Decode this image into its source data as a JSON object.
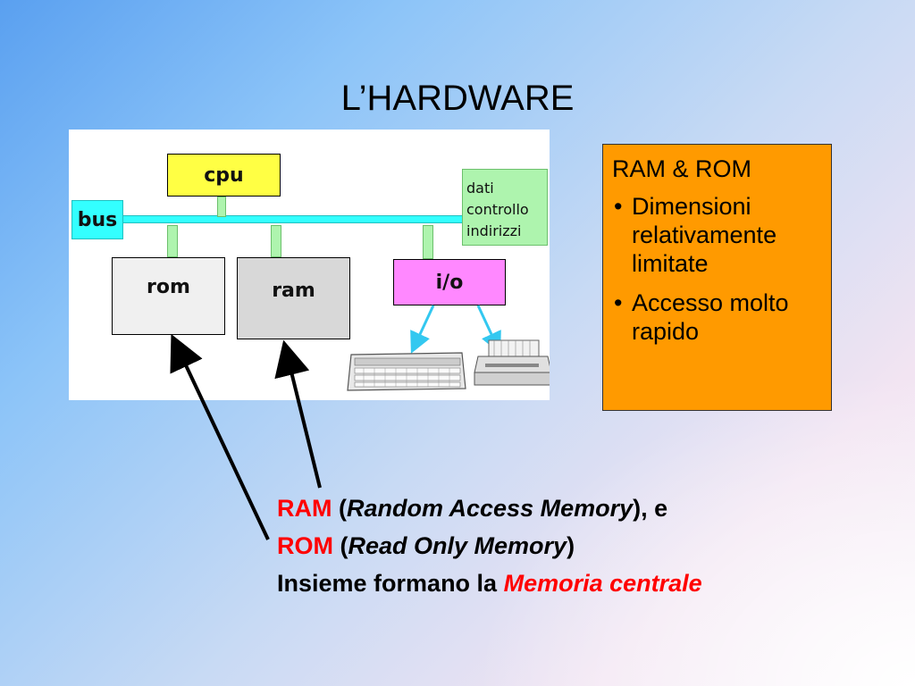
{
  "slide": {
    "title": "L’HARDWARE"
  },
  "diagram": {
    "bus_label": "bus",
    "cpu_label": "cpu",
    "rom_label": "rom",
    "ram_label": "ram",
    "io_label": "i/o",
    "bus_lines": [
      "dati",
      "controllo",
      "indirizzi"
    ],
    "colors": {
      "cpu": "#ffff44",
      "bus": "#33ffff",
      "io": "#ff88ff",
      "rom": "#f0f0f0",
      "ram": "#d8d8d8",
      "connector": "#aef4ae",
      "arrow": "#33c8f0"
    }
  },
  "callout": {
    "heading": "RAM & ROM",
    "bullets": [
      "Dimensioni relativamente limitate",
      "Accesso molto rapido"
    ],
    "background": "#ff9900"
  },
  "caption": {
    "line1": {
      "ram": "RAM",
      "open": " (",
      "expansion": "Random Access Memory",
      "close": "), e"
    },
    "line2": {
      "rom": "ROM",
      "open": " (",
      "expansion": "Read Only Memory",
      "close": ")"
    },
    "line3": {
      "prefix": "Insieme formano la ",
      "emphasis": "Memoria centrale"
    }
  }
}
